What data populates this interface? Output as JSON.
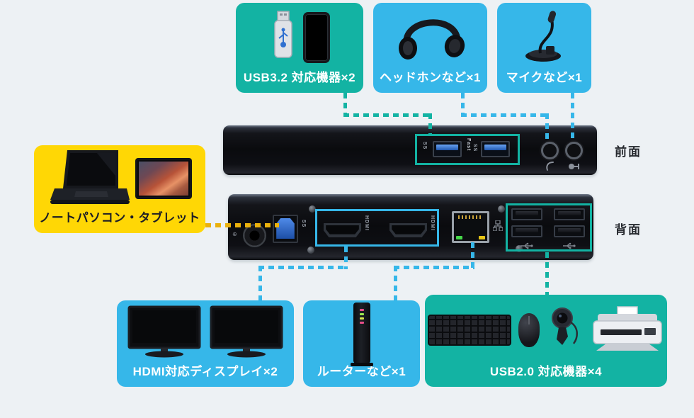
{
  "page": {
    "background": "#edf1f4"
  },
  "colors": {
    "teal_box": "#13b3a3",
    "blue_box": "#36b7e9",
    "yellow_box": "#ffd705",
    "yellow_line": "#eab10c",
    "label_text": "#ffffff",
    "side_label_text": "#26292e"
  },
  "connected_devices": {
    "usb32": "USB3.2 対応機器×2",
    "headphones": "ヘッドホンなど×1",
    "mic": "マイクなど×1",
    "laptop_tablet": "ノートパソコン・タブレット",
    "hdmi_displays": "HDMI対応ディスプレイ×2",
    "router": "ルーターなど×1",
    "usb20": "USB2.0 対応機器×4"
  },
  "device": {
    "front_label": "前面",
    "back_label": "背面",
    "markings": {
      "ss": "SS",
      "fast": "Fast",
      "hdmi": "HDMI"
    }
  }
}
